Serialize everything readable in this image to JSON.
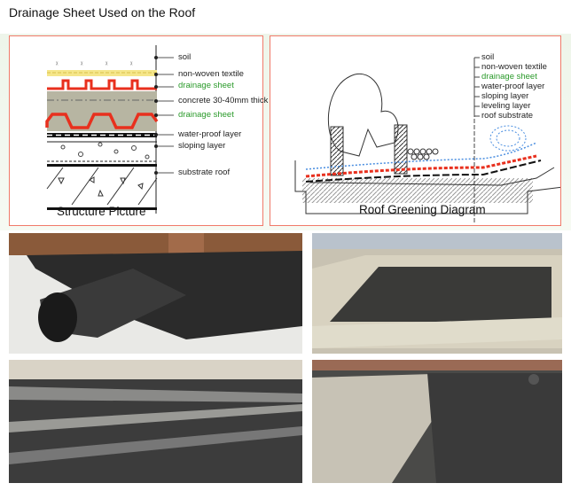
{
  "title": "Drainage Sheet Used on the Roof",
  "structure_picture": {
    "caption": "Structure Picture",
    "labels": [
      {
        "text": "soil",
        "green": false
      },
      {
        "text": "non-woven textile",
        "green": false
      },
      {
        "text": "drainage sheet",
        "green": true
      },
      {
        "text": "concrete 30-40mm thick",
        "green": false
      },
      {
        "text": "drainage sheet",
        "green": true
      },
      {
        "text": "water-proof layer",
        "green": false
      },
      {
        "text": "sloping layer",
        "green": false
      },
      {
        "text": "substrate roof",
        "green": false
      }
    ]
  },
  "roof_greening": {
    "caption": "Roof Greening Diagram",
    "labels": [
      {
        "text": "soil",
        "green": false
      },
      {
        "text": "non-woven textile",
        "green": false
      },
      {
        "text": "drainage sheet",
        "green": true
      },
      {
        "text": "water-proof layer",
        "green": false
      },
      {
        "text": "sloping layer",
        "green": false
      },
      {
        "text": "leveling layer",
        "green": false
      },
      {
        "text": "roof substrate",
        "green": false
      }
    ]
  },
  "colors": {
    "border": "#f07a6a",
    "drainage": "#e8301e",
    "green_text": "#2a9a2a"
  }
}
